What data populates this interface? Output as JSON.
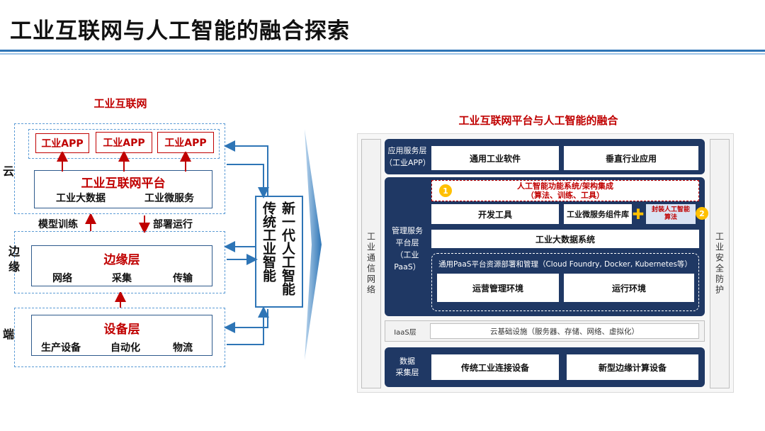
{
  "title": "工业互联网与人工智能的融合探索",
  "left": {
    "heading": "工业互联网",
    "apps": [
      "工业APP",
      "工业APP",
      "工业APP"
    ],
    "platform": {
      "title": "工业互联网平台",
      "items": [
        "工业大数据",
        "工业微服务"
      ]
    },
    "arrow_labels": {
      "up": "模型训练",
      "down": "部署运行"
    },
    "edge": {
      "title": "边缘层",
      "items": [
        "网络",
        "采集",
        "传输"
      ]
    },
    "device": {
      "title": "设备层",
      "items": [
        "生产设备",
        "自动化",
        "物流"
      ]
    },
    "side_labels": {
      "cloud": "云",
      "edge": "边缘",
      "end": "端"
    },
    "ai_box": {
      "col1": "新一代人工智能",
      "col2": "传统工业智能"
    }
  },
  "right": {
    "heading": "工业互联网平台与人工智能的融合",
    "left_col": "工业通信网络",
    "right_col": "工业安全防护",
    "app_layer": {
      "label1": "应用服务层",
      "label2": "（工业APP）",
      "items": [
        "通用工业软件",
        "垂直行业应用"
      ]
    },
    "mgmt_layer": {
      "label1": "管理服务",
      "label2": "平台层",
      "label3": "（工业PaaS）"
    },
    "ai_integration": {
      "line1": "人工智能功能系统/架构集成",
      "line2": "（算法、训练、工具）",
      "badge": "1"
    },
    "dev_tools": "开发工具",
    "micro_lib": "工业微服务组件库",
    "plus": "✚",
    "encap": {
      "line1": "封装人工智能",
      "line2": "算法",
      "badge": "2"
    },
    "bigdata": "工业大数据系统",
    "paas": {
      "title": "通用PaaS平台资源部署和管理（Cloud Foundry, Docker, Kubernetes等）",
      "items": [
        "运营管理环境",
        "运行环境"
      ]
    },
    "iaas": {
      "label": "IaaS层",
      "text": "云基础设施（服务器、存储、网络、虚拟化）"
    },
    "data_layer": {
      "label1": "数据",
      "label2": "采集层",
      "items": [
        "传统工业连接设备",
        "新型边缘计算设备"
      ]
    }
  },
  "colors": {
    "red": "#c00000",
    "navy": "#1f3864",
    "blue": "#2e75b6",
    "gold": "#ffc000"
  }
}
